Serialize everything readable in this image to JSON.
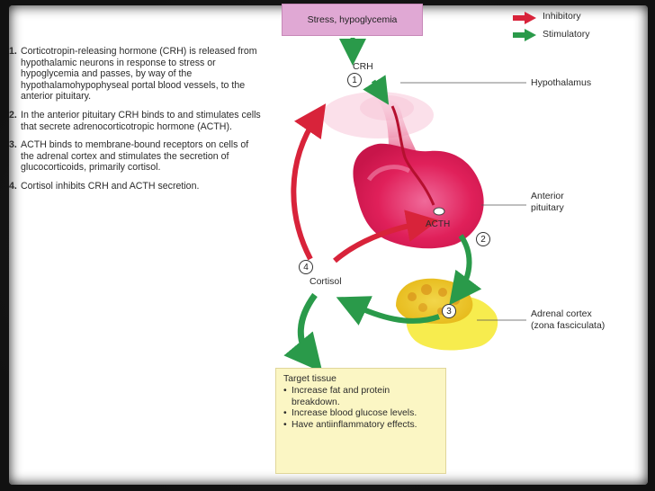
{
  "legend": {
    "inhibitory": "Inhibitory",
    "stimulatory": "Stimulatory",
    "colors": {
      "inhibitory": "#d8233a",
      "stimulatory": "#2a9a4a"
    }
  },
  "stress_box": "Stress, hypoglycemia",
  "steps": [
    {
      "number": "1.",
      "text": "Corticotropin-releasing hormone (CRH) is released from hypothalamic neurons in response to stress or hypoglycemia and passes, by way of the hypothalamohypophyseal portal blood vessels, to the anterior pituitary."
    },
    {
      "number": "2.",
      "text": "In the anterior pituitary CRH binds to and stimulates cells that secrete adrenocorticotropic hormone (ACTH)."
    },
    {
      "number": "3.",
      "text": "ACTH binds to membrane-bound receptors on cells of the adrenal cortex and stimulates the secretion of glucocorticoids, primarily cortisol."
    },
    {
      "number": "4.",
      "text": "Cortisol inhibits CRH and ACTH secretion."
    }
  ],
  "labels": {
    "crh": "CRH",
    "acth": "ACTH",
    "cortisol": "Cortisol",
    "hypothalamus": "Hypothalamus",
    "anterior_pituitary": [
      "Anterior",
      "pituitary"
    ],
    "adrenal_cortex": [
      "Adrenal cortex",
      "(zona fasciculata)"
    ]
  },
  "circled_numbers": [
    "1",
    "2",
    "3",
    "4"
  ],
  "target": {
    "title": "Target tissue",
    "bullet": "•",
    "items": [
      "Increase fat and protein breakdown.",
      "Increase blood glucose levels.",
      "Have antiinflammatory effects."
    ]
  }
}
